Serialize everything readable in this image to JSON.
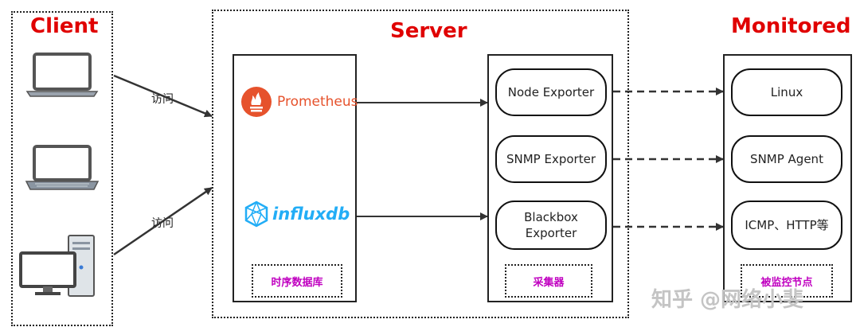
{
  "groups": {
    "client": {
      "title": "Client"
    },
    "server": {
      "title": "Server"
    },
    "monitored": {
      "title": "Monitored"
    }
  },
  "edges": {
    "client_to_server_top": "访问",
    "client_to_server_bottom": "访问"
  },
  "databases": {
    "prometheus": {
      "name": "Prometheus",
      "icon": "prometheus-logo-icon",
      "color": "#e6522c"
    },
    "influxdb": {
      "name": "influxdb",
      "icon": "influxdb-logo-icon",
      "color": "#22adf6"
    },
    "label": "时序数据库"
  },
  "collectors": {
    "items": [
      {
        "label": "Node Exporter"
      },
      {
        "label": "SNMP Exporter"
      },
      {
        "label": "Blackbox\nExporter"
      }
    ],
    "label": "采集器"
  },
  "targets": {
    "items": [
      {
        "label": "Linux"
      },
      {
        "label": "SNMP Agent"
      },
      {
        "label": "ICMP、HTTP等"
      }
    ],
    "label": "被监控节点"
  },
  "clients": [
    "laptop-icon",
    "laptop-icon",
    "desktop-computer-icon"
  ],
  "watermark": "知乎 @网络小斐",
  "colors": {
    "title": "#e00000",
    "sublabel": "#c000c0"
  }
}
